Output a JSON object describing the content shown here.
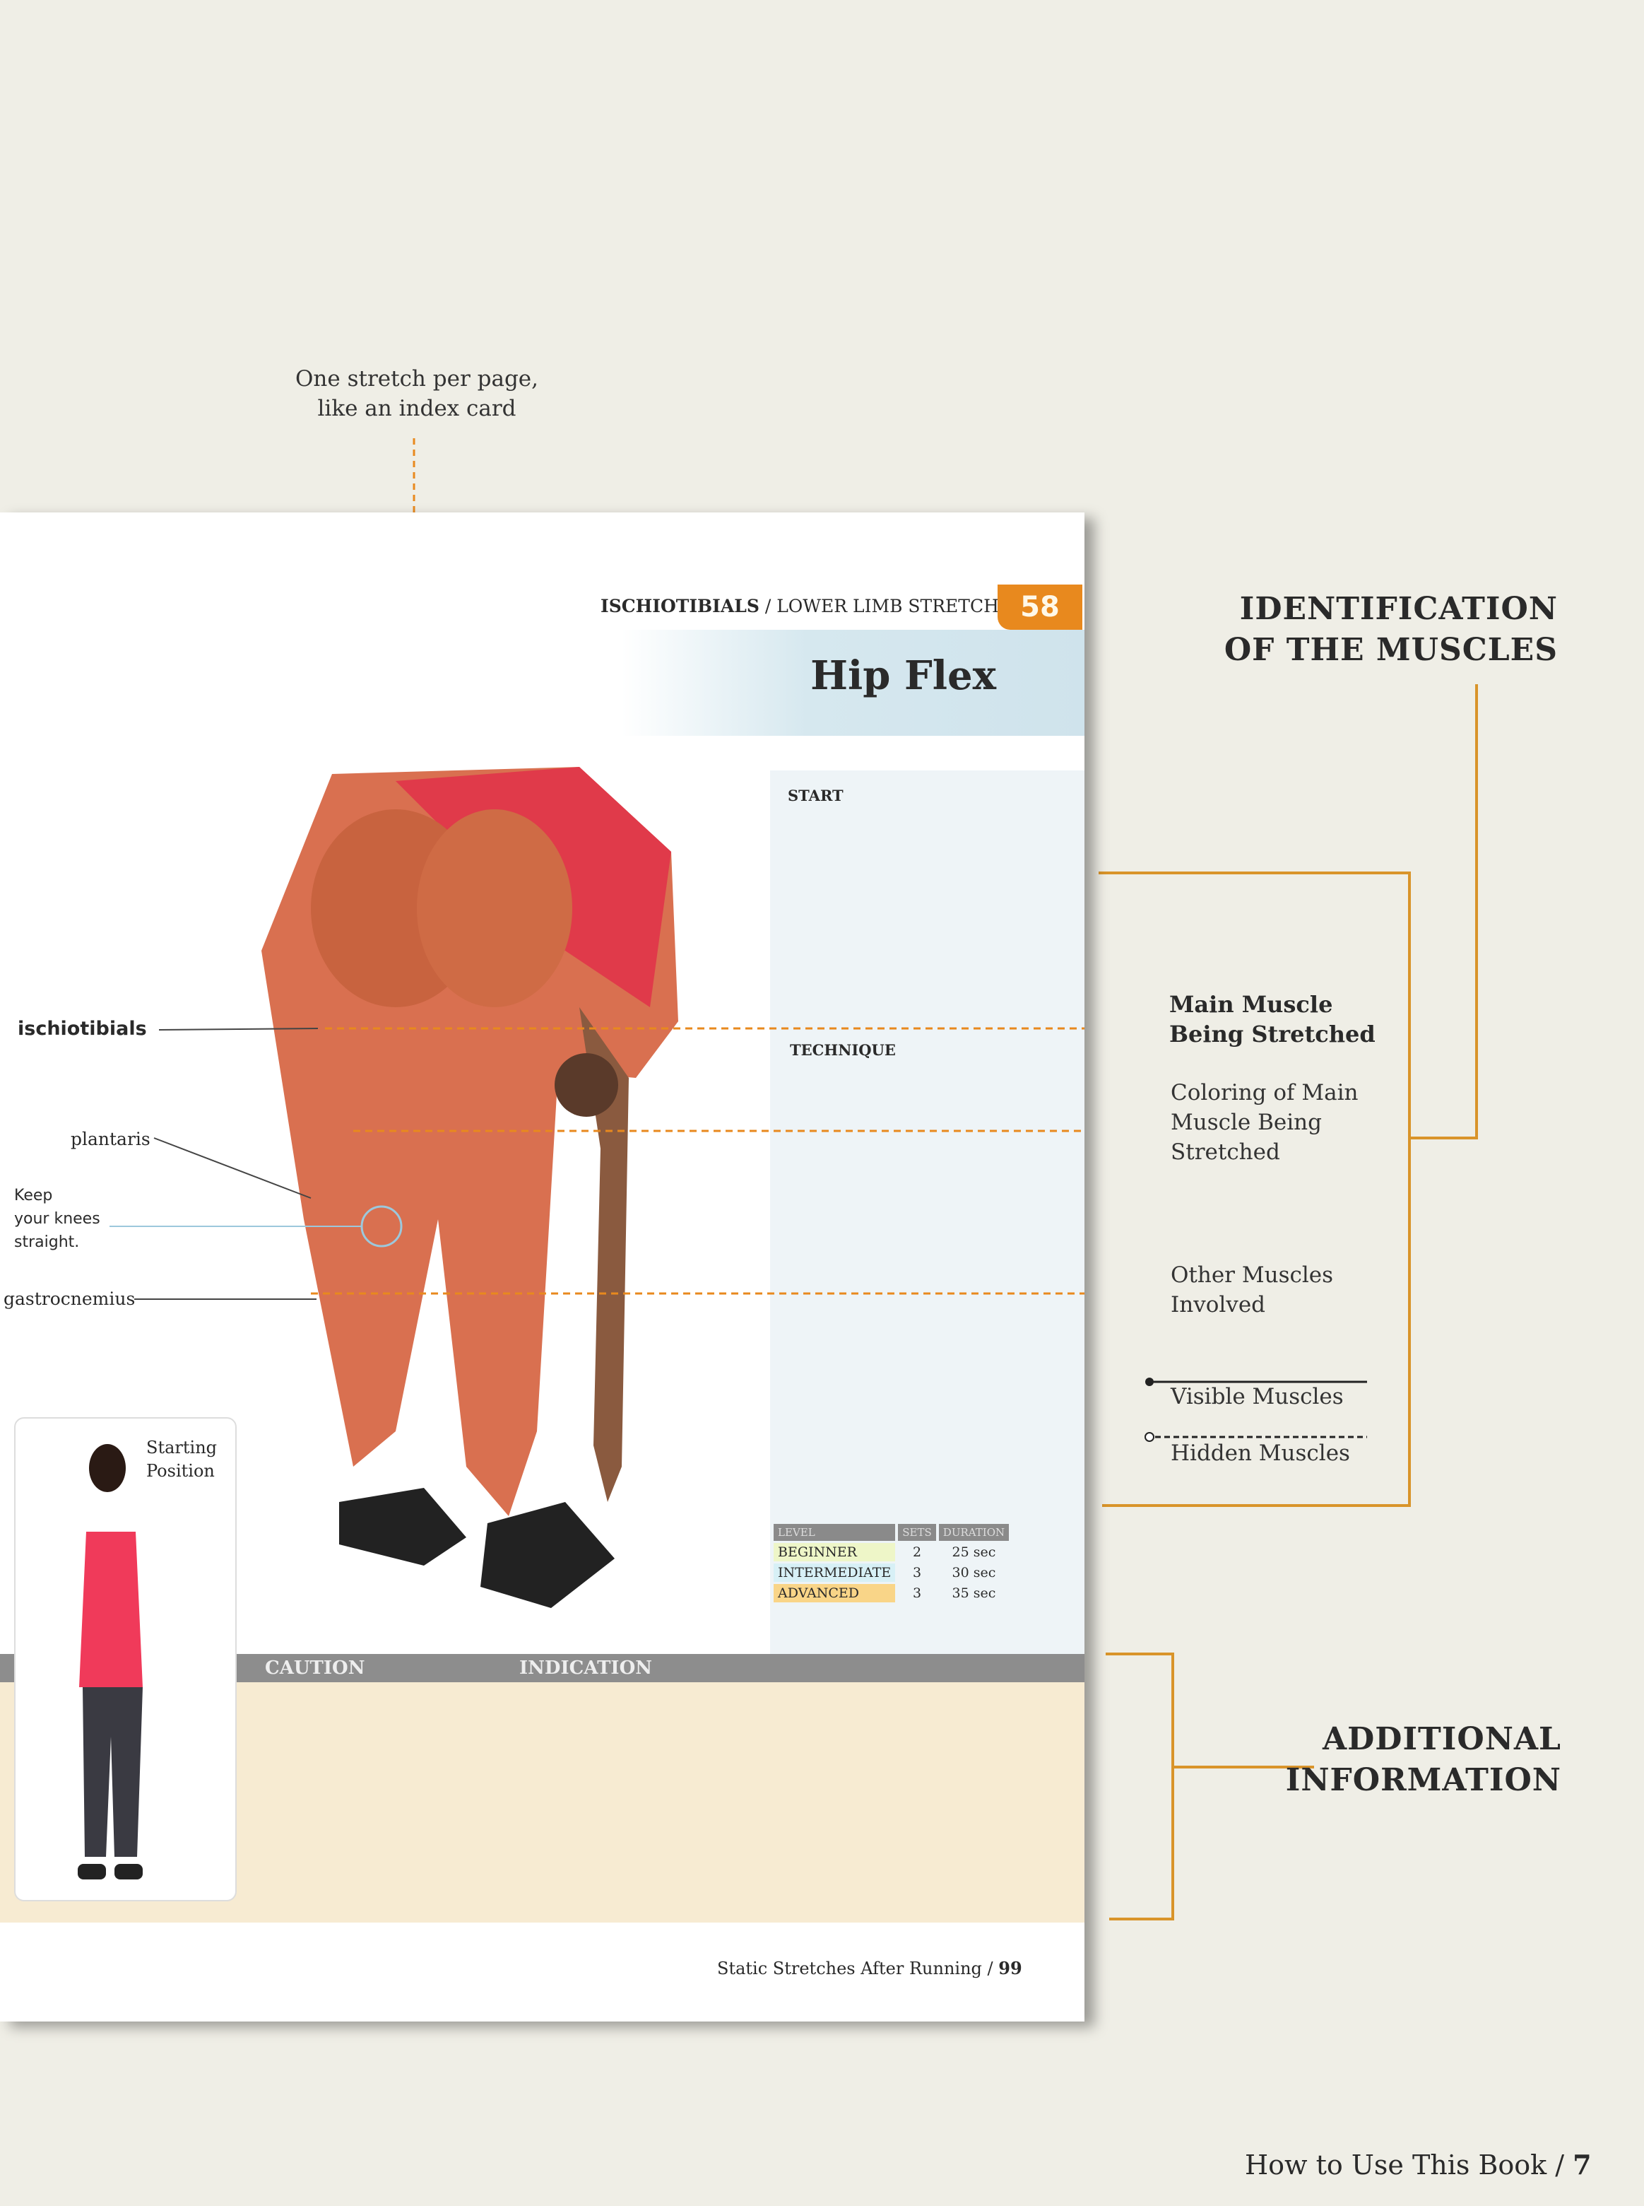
{
  "top_note": {
    "line1": "One stretch per page,",
    "line2": "like an index card"
  },
  "inner_page": {
    "breadcrumb_bold": "ISCHIOTIBIALS",
    "breadcrumb_rest": " / LOWER LIMB STRETCHES",
    "stretch_number": "58",
    "title": "Hip Flex",
    "start_label": "START",
    "technique_label": "TECHNIQUE",
    "muscle_labels": {
      "ischiotibials": "ischiotibials",
      "plantaris": "plantaris",
      "keep_knees": [
        "Keep",
        "your knees",
        "straight."
      ],
      "gastrocnemius": "gastrocnemius"
    },
    "starting_position": [
      "Starting",
      "Position"
    ],
    "table": {
      "headers": [
        "LEVEL",
        "SETS",
        "DURATION"
      ],
      "rows": [
        {
          "level": "BEGINNER",
          "sets": "2",
          "duration": "25 sec",
          "color": "#eef6c8"
        },
        {
          "level": "INTERMEDIATE",
          "sets": "3",
          "duration": "30 sec",
          "color": "#d7f0f6"
        },
        {
          "level": "ADVANCED",
          "sets": "3",
          "duration": "35 sec",
          "color": "#f9d588"
        }
      ]
    },
    "caution_label": "CAUTION",
    "indication_label": "INDICATION",
    "footer_text": "Static Stretches After Running / ",
    "footer_page": "99"
  },
  "legend": {
    "main_muscle": [
      "Main Muscle",
      "Being Stretched"
    ],
    "coloring": [
      "Coloring of Main",
      "Muscle Being",
      "Stretched"
    ],
    "other": [
      "Other Muscles",
      "Involved"
    ],
    "visible": "Visible Muscles",
    "hidden": "Hidden Muscles"
  },
  "headings": {
    "identification": [
      "IDENTIFICATION",
      "OF THE MUSCLES"
    ],
    "additional": [
      "ADDITIONAL",
      "INFORMATION"
    ]
  },
  "page_footer": {
    "text": "How to Use This Book / ",
    "page": "7"
  },
  "colors": {
    "accent_orange": "#e8891e",
    "bracket": "#d9942a",
    "banner_blue": "#cde3ec",
    "caution_bar": "#8d8d8d",
    "info_beige": "#f7ebd2"
  }
}
